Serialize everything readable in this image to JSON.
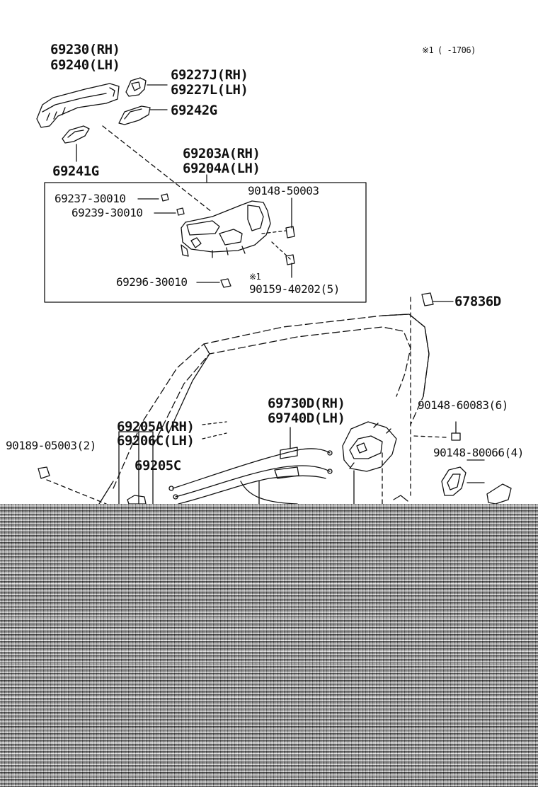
{
  "colors": {
    "ink": "#111111",
    "paper": "#ffffff",
    "noise": "#9a9a9a"
  },
  "note": {
    "mark": "※1",
    "range": "(      -1706)"
  },
  "labels": {
    "p69230": "69230(RH)",
    "p69240": "69240(LH)",
    "p69227J": "69227J(RH)",
    "p69227L": "69227L(LH)",
    "p69242G": "69242G",
    "p69241G": "69241G",
    "p69203A": "69203A(RH)",
    "p69204A": "69204A(LH)",
    "p69237": "69237-30010",
    "p69239": "69239-30010",
    "p90148_50003": "90148-50003",
    "p69296": "69296-30010",
    "mark1": "※1",
    "p90159": "90159-40202(5)",
    "p67836D": "67836D",
    "p69730D": "69730D(RH)",
    "p69740D": "69740D(LH)",
    "p90148_60083": "90148-60083(6)",
    "p69205A": "69205A(RH)",
    "p69206C": "69206C(LH)",
    "p90148_80066": "90148-80066(4)",
    "p90189": "90189-05003(2)",
    "p69205C": "69205C"
  }
}
